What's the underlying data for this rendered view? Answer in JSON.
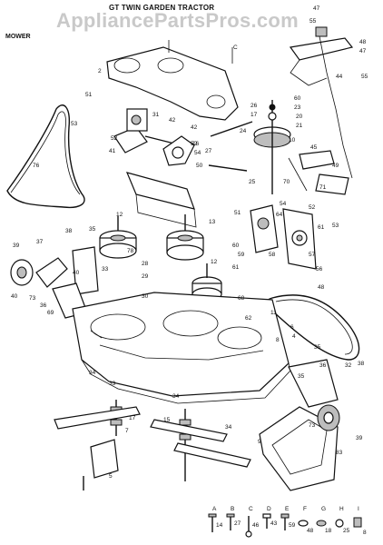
{
  "header": {
    "title": "GT TWIN GARDEN TRACTOR",
    "section": "MOWER",
    "watermark": "AppliancePartsPros.com"
  },
  "callouts": [
    "47",
    "55",
    "C",
    "2",
    "42",
    "31",
    "51",
    "53",
    "52",
    "41",
    "48",
    "47",
    "44",
    "55",
    "26",
    "17",
    "60",
    "23",
    "20",
    "24",
    "21",
    "10",
    "25",
    "27",
    "16",
    "45",
    "49",
    "71",
    "76",
    "42",
    "52",
    "54",
    "50",
    "70",
    "35",
    "12",
    "13",
    "51",
    "54",
    "52",
    "53",
    "61",
    "64",
    "58",
    "57",
    "56",
    "39",
    "37",
    "38",
    "40",
    "73",
    "36",
    "69",
    "29",
    "28",
    "30",
    "78",
    "33",
    "40",
    "12",
    "48",
    "60",
    "59",
    "61",
    "11",
    "62",
    "68",
    "4",
    "8",
    "6",
    "35",
    "32",
    "34",
    "33",
    "34",
    "36",
    "17",
    "15",
    "7",
    "35",
    "38",
    "73",
    "9",
    "39",
    "5",
    "83",
    "34"
  ],
  "legend": {
    "letters": [
      "A",
      "B",
      "C",
      "D",
      "E",
      "F",
      "G",
      "H",
      "I"
    ],
    "part_numbers": [
      "14",
      "27",
      "46",
      "43",
      "59",
      "48",
      "18",
      "25",
      "8"
    ]
  }
}
